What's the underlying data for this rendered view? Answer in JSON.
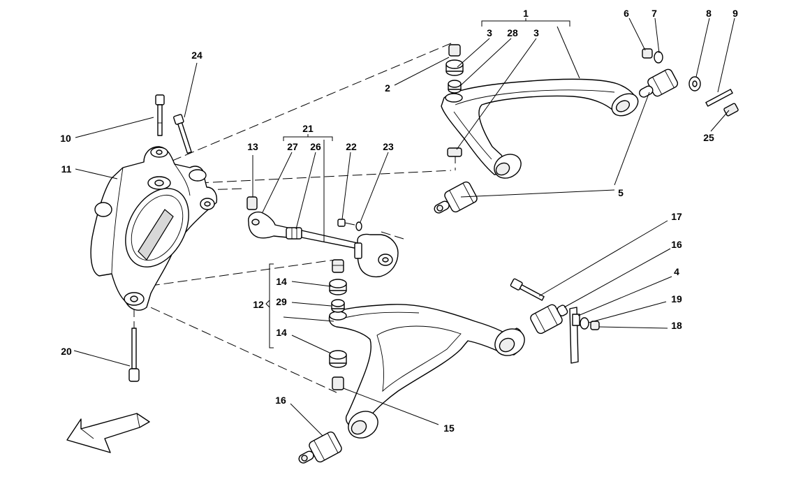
{
  "diagram": {
    "callouts": {
      "n1": "1",
      "n2": "2",
      "n3a": "3",
      "n3b": "3",
      "n28": "28",
      "n4": "4",
      "n5": "5",
      "n6": "6",
      "n7": "7",
      "n8": "8",
      "n9": "9",
      "n10": "10",
      "n11": "11",
      "n12": "12",
      "n13": "13",
      "n14a": "14",
      "n14b": "14",
      "n15": "15",
      "n16a": "16",
      "n16b": "16",
      "n17": "17",
      "n18": "18",
      "n19": "19",
      "n20": "20",
      "n21": "21",
      "n22": "22",
      "n23": "23",
      "n24": "24",
      "n25": "25",
      "n26": "26",
      "n27": "27",
      "n29": "29"
    }
  }
}
